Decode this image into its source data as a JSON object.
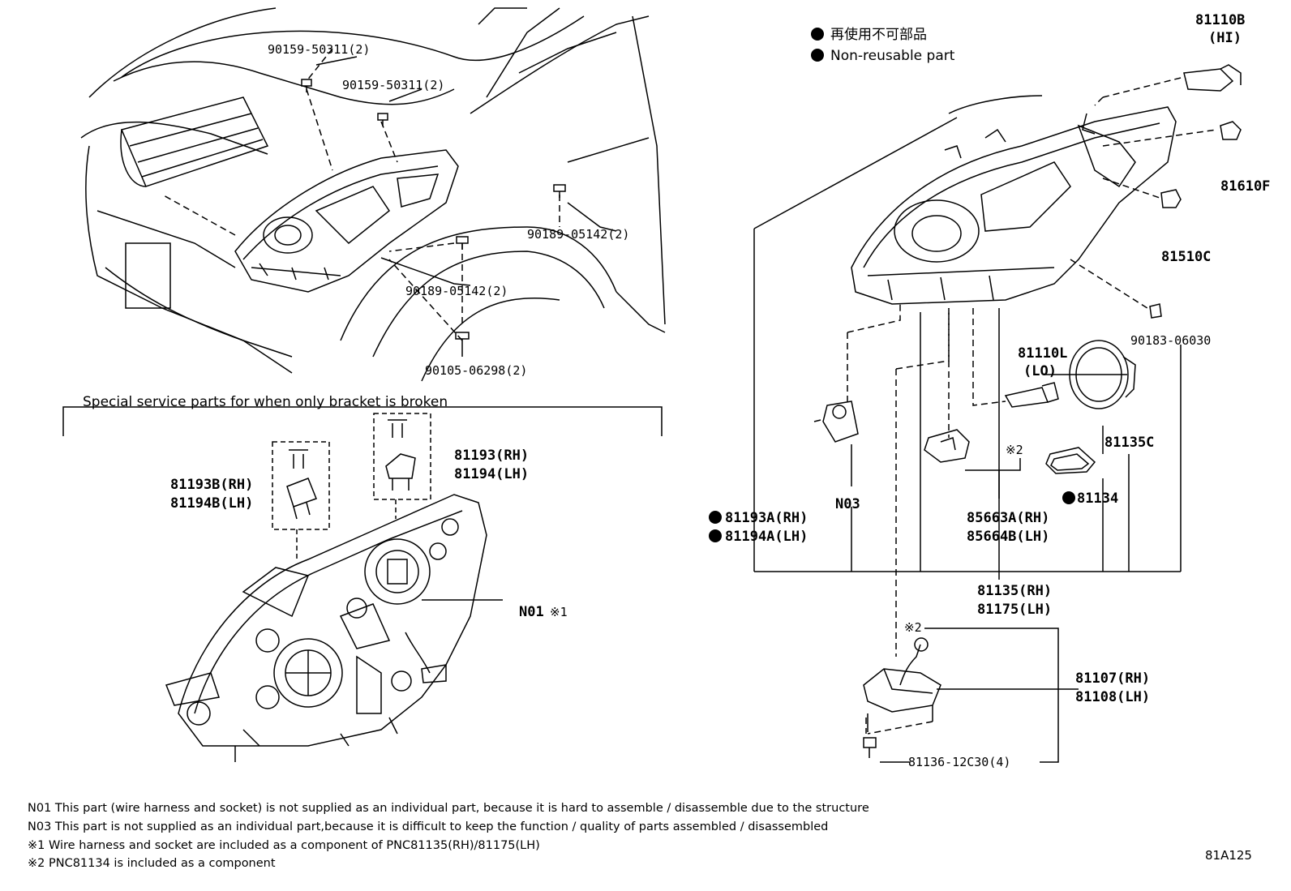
{
  "legend": {
    "jp": "再使用不可部品",
    "en": "Non-reusable part"
  },
  "section_title": "Special service parts for when only bracket is broken",
  "parts": {
    "p90159_a": "90159-50311(2)",
    "p90159_b": "90159-50311(2)",
    "p90189_a": "90189-05142(2)",
    "p90189_b": "90189-05142(2)",
    "p90105": "90105-06298(2)",
    "p81193_rh": "81193(RH)",
    "p81194_lh": "81194(LH)",
    "p81193b_rh": "81193B(RH)",
    "p81194b_lh": "81194B(LH)",
    "n01": "N01",
    "n01_mark": "※1",
    "p81110b": "81110B",
    "p81110b_sub": "(HI)",
    "p81610f": "81610F",
    "p81510c": "81510C",
    "p90183": "90183-06030",
    "p81110l": "81110L",
    "p81110l_sub": "(LO)",
    "p81135c": "81135C",
    "mark2_a": "※2",
    "p81134": "81134",
    "n03": "N03",
    "p81193a_rh": "81193A(RH)",
    "p81194a_lh": "81194A(LH)",
    "p85663a_rh": "85663A(RH)",
    "p85664b_lh": "85664B(LH)",
    "p81135_rh": "81135(RH)",
    "p81175_lh": "81175(LH)",
    "mark2_b": "※2",
    "p81107_rh": "81107(RH)",
    "p81108_lh": "81108(LH)",
    "p81136": "81136-12C30(4)"
  },
  "notes": {
    "n01": "N01 This part (wire harness and socket) is not supplied as an individual part, because it is hard to assemble / disassemble due to the structure",
    "n03": "N03 This part is not supplied as an individual part,because it is difficult to keep the function / quality of parts assembled / disassembled",
    "m1": "※1 Wire harness and socket are included as a component of PNC81135(RH)/81175(LH)",
    "m2": "※2 PNC81134 is included as a component"
  },
  "illustration_code": "81A125"
}
